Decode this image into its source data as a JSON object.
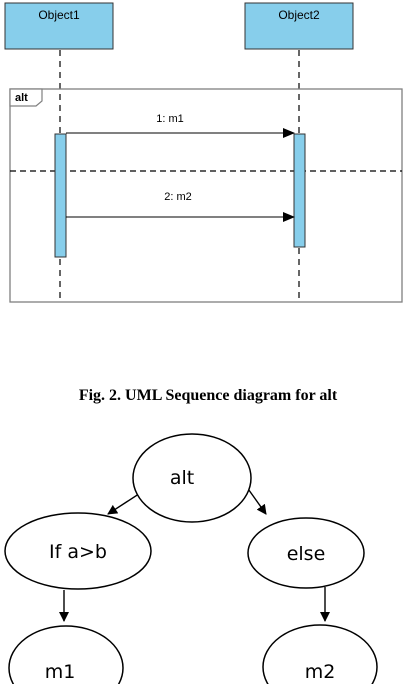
{
  "sequence_diagram": {
    "objects": [
      {
        "label": "Object1"
      },
      {
        "label": "Object2"
      }
    ],
    "fragment": {
      "operator": "alt"
    },
    "messages": [
      {
        "label": "1: m1",
        "from": "Object1",
        "to": "Object2"
      },
      {
        "label": "2: m2",
        "from": "Object1",
        "to": "Object2"
      }
    ],
    "colors": {
      "object_fill": "#87ceeb",
      "activation_fill": "#87ceeb",
      "frame_stroke": "#808080"
    }
  },
  "caption": {
    "text": "Fig. 2. UML Sequence diagram for alt"
  },
  "tree_diagram": {
    "nodes": [
      {
        "id": "alt",
        "label": "alt"
      },
      {
        "id": "if",
        "label": "If a>b"
      },
      {
        "id": "else",
        "label": "else"
      },
      {
        "id": "m1",
        "label": "m1"
      },
      {
        "id": "m2",
        "label": "m2"
      }
    ],
    "edges": [
      {
        "from": "alt",
        "to": "if"
      },
      {
        "from": "alt",
        "to": "else"
      },
      {
        "from": "if",
        "to": "m1"
      },
      {
        "from": "else",
        "to": "m2"
      }
    ]
  }
}
